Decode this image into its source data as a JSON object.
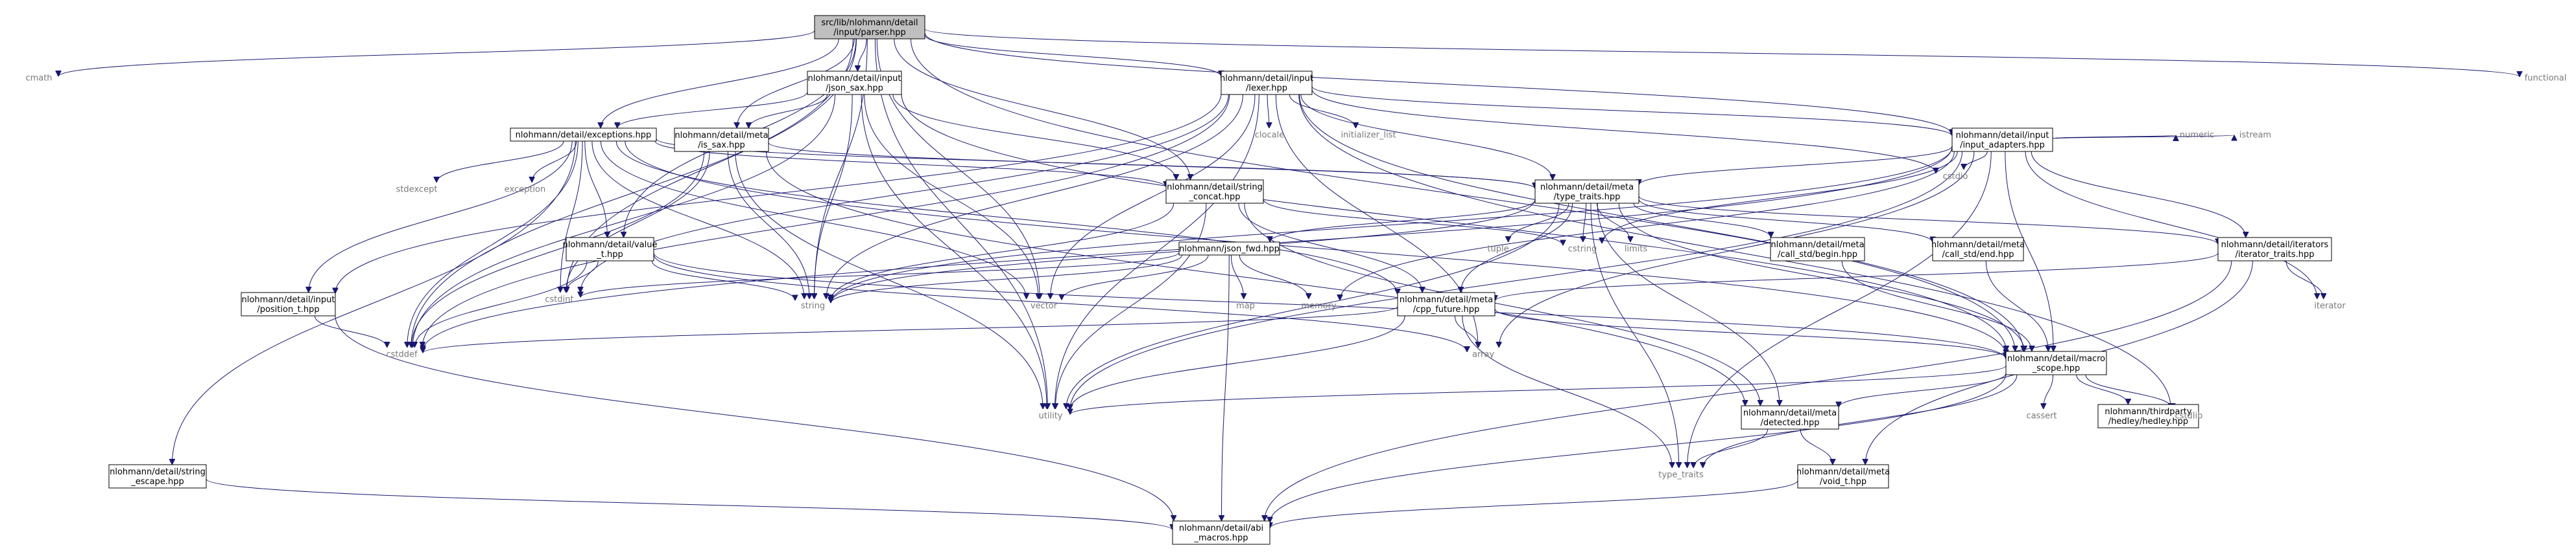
{
  "graph": {
    "nodes": [
      {
        "id": "parser",
        "lines": [
          "src/lib/nlohmann/detail",
          "/input/parser.hpp"
        ],
        "kind": "root"
      },
      {
        "id": "cmath",
        "lines": [
          "cmath"
        ],
        "kind": "ext"
      },
      {
        "id": "functional",
        "lines": [
          "functional"
        ],
        "kind": "ext"
      },
      {
        "id": "json_sax",
        "lines": [
          "nlohmann/detail/input",
          "/json_sax.hpp"
        ],
        "kind": "file"
      },
      {
        "id": "lexer",
        "lines": [
          "nlohmann/detail/input",
          "/lexer.hpp"
        ],
        "kind": "file"
      },
      {
        "id": "exceptions",
        "lines": [
          "nlohmann/detail/exceptions.hpp"
        ],
        "kind": "file"
      },
      {
        "id": "is_sax",
        "lines": [
          "nlohmann/detail/meta",
          "/is_sax.hpp"
        ],
        "kind": "file"
      },
      {
        "id": "input_adapters",
        "lines": [
          "nlohmann/detail/input",
          "/input_adapters.hpp"
        ],
        "kind": "file"
      },
      {
        "id": "clocale",
        "lines": [
          "clocale"
        ],
        "kind": "ext"
      },
      {
        "id": "initializer_list",
        "lines": [
          "initializer_list"
        ],
        "kind": "ext"
      },
      {
        "id": "cstdio",
        "lines": [
          "cstdio"
        ],
        "kind": "ext"
      },
      {
        "id": "numeric",
        "lines": [
          "numeric"
        ],
        "kind": "ext"
      },
      {
        "id": "istream",
        "lines": [
          "istream"
        ],
        "kind": "ext"
      },
      {
        "id": "stdexcept",
        "lines": [
          "stdexcept"
        ],
        "kind": "ext"
      },
      {
        "id": "exception",
        "lines": [
          "exception"
        ],
        "kind": "ext"
      },
      {
        "id": "string_concat",
        "lines": [
          "nlohmann/detail/string",
          "_concat.hpp"
        ],
        "kind": "file"
      },
      {
        "id": "type_traits_hpp",
        "lines": [
          "nlohmann/detail/meta",
          "/type_traits.hpp"
        ],
        "kind": "file"
      },
      {
        "id": "iterator_traits",
        "lines": [
          "nlohmann/detail/iterators",
          "/iterator_traits.hpp"
        ],
        "kind": "file"
      },
      {
        "id": "value_t",
        "lines": [
          "nlohmann/detail/value",
          "_t.hpp"
        ],
        "kind": "file"
      },
      {
        "id": "json_fwd",
        "lines": [
          "nlohmann/json_fwd.hpp"
        ],
        "kind": "file"
      },
      {
        "id": "tuple",
        "lines": [
          "tuple"
        ],
        "kind": "ext"
      },
      {
        "id": "cstring",
        "lines": [
          "cstring"
        ],
        "kind": "ext"
      },
      {
        "id": "limits",
        "lines": [
          "limits"
        ],
        "kind": "ext"
      },
      {
        "id": "call_std_begin",
        "lines": [
          "nlohmann/detail/meta",
          "/call_std/begin.hpp"
        ],
        "kind": "file"
      },
      {
        "id": "call_std_end",
        "lines": [
          "nlohmann/detail/meta",
          "/call_std/end.hpp"
        ],
        "kind": "file"
      },
      {
        "id": "iterator",
        "lines": [
          "iterator"
        ],
        "kind": "ext"
      },
      {
        "id": "position_t",
        "lines": [
          "nlohmann/detail/input",
          "/position_t.hpp"
        ],
        "kind": "file"
      },
      {
        "id": "cstdint",
        "lines": [
          "cstdint"
        ],
        "kind": "ext"
      },
      {
        "id": "string",
        "lines": [
          "string"
        ],
        "kind": "ext"
      },
      {
        "id": "vector",
        "lines": [
          "vector"
        ],
        "kind": "ext"
      },
      {
        "id": "map",
        "lines": [
          "map"
        ],
        "kind": "ext"
      },
      {
        "id": "memory",
        "lines": [
          "memory"
        ],
        "kind": "ext"
      },
      {
        "id": "cpp_future",
        "lines": [
          "nlohmann/detail/meta",
          "/cpp_future.hpp"
        ],
        "kind": "file"
      },
      {
        "id": "cstddef",
        "lines": [
          "cstddef"
        ],
        "kind": "ext"
      },
      {
        "id": "array",
        "lines": [
          "array"
        ],
        "kind": "ext"
      },
      {
        "id": "macro_scope",
        "lines": [
          "nlohmann/detail/macro",
          "_scope.hpp"
        ],
        "kind": "file"
      },
      {
        "id": "utility",
        "lines": [
          "utility"
        ],
        "kind": "ext"
      },
      {
        "id": "cassert",
        "lines": [
          "cassert"
        ],
        "kind": "ext"
      },
      {
        "id": "hedley",
        "lines": [
          "nlohmann/thirdparty",
          "/hedley/hedley.hpp"
        ],
        "kind": "file"
      },
      {
        "id": "cstdlib",
        "lines": [
          "cstdlib"
        ],
        "kind": "ext"
      },
      {
        "id": "detected",
        "lines": [
          "nlohmann/detail/meta",
          "/detected.hpp"
        ],
        "kind": "file"
      },
      {
        "id": "type_traits",
        "lines": [
          "type_traits"
        ],
        "kind": "ext"
      },
      {
        "id": "void_t",
        "lines": [
          "nlohmann/detail/meta",
          "/void_t.hpp"
        ],
        "kind": "file"
      },
      {
        "id": "string_escape",
        "lines": [
          "nlohmann/detail/string",
          "_escape.hpp"
        ],
        "kind": "file"
      },
      {
        "id": "abi_macros",
        "lines": [
          "nlohmann/detail/abi",
          "_macros.hpp"
        ],
        "kind": "file"
      }
    ],
    "edges": [
      [
        "parser",
        "cmath"
      ],
      [
        "parser",
        "functional"
      ],
      [
        "parser",
        "json_sax"
      ],
      [
        "parser",
        "lexer"
      ],
      [
        "parser",
        "exceptions"
      ],
      [
        "parser",
        "is_sax"
      ],
      [
        "parser",
        "input_adapters"
      ],
      [
        "parser",
        "string_concat"
      ],
      [
        "parser",
        "value_t"
      ],
      [
        "parser",
        "string"
      ],
      [
        "parser",
        "vector"
      ],
      [
        "parser",
        "cstddef"
      ],
      [
        "parser",
        "utility"
      ],
      [
        "parser",
        "cstdint"
      ],
      [
        "parser",
        "macro_scope"
      ],
      [
        "json_sax",
        "exceptions"
      ],
      [
        "json_sax",
        "is_sax"
      ],
      [
        "json_sax",
        "string"
      ],
      [
        "json_sax",
        "vector"
      ],
      [
        "json_sax",
        "string_concat"
      ],
      [
        "json_sax",
        "cstddef"
      ],
      [
        "json_sax",
        "macro_scope"
      ],
      [
        "json_sax",
        "utility"
      ],
      [
        "lexer",
        "input_adapters"
      ],
      [
        "lexer",
        "position_t"
      ],
      [
        "lexer",
        "macro_scope"
      ],
      [
        "lexer",
        "clocale"
      ],
      [
        "lexer",
        "initializer_list"
      ],
      [
        "lexer",
        "cstdio"
      ],
      [
        "lexer",
        "type_traits_hpp"
      ],
      [
        "lexer",
        "string"
      ],
      [
        "lexer",
        "vector"
      ],
      [
        "lexer",
        "utility"
      ],
      [
        "lexer",
        "array"
      ],
      [
        "lexer",
        "cstdlib"
      ],
      [
        "lexer",
        "cstddef"
      ],
      [
        "lexer",
        "cstdint"
      ],
      [
        "exceptions",
        "stdexcept"
      ],
      [
        "exceptions",
        "exception"
      ],
      [
        "exceptions",
        "string_concat"
      ],
      [
        "exceptions",
        "value_t"
      ],
      [
        "exceptions",
        "type_traits_hpp"
      ],
      [
        "exceptions",
        "cpp_future"
      ],
      [
        "exceptions",
        "macro_scope"
      ],
      [
        "exceptions",
        "position_t"
      ],
      [
        "exceptions",
        "string_escape"
      ],
      [
        "exceptions",
        "string"
      ],
      [
        "exceptions",
        "vector"
      ],
      [
        "exceptions",
        "cstddef"
      ],
      [
        "exceptions",
        "cstdint"
      ],
      [
        "is_sax",
        "type_traits_hpp"
      ],
      [
        "is_sax",
        "detected"
      ],
      [
        "is_sax",
        "string"
      ],
      [
        "is_sax",
        "cstdint"
      ],
      [
        "is_sax",
        "utility"
      ],
      [
        "is_sax",
        "cstddef"
      ],
      [
        "input_adapters",
        "cstdio"
      ],
      [
        "input_adapters",
        "numeric"
      ],
      [
        "input_adapters",
        "istream"
      ],
      [
        "input_adapters",
        "iterator_traits"
      ],
      [
        "input_adapters",
        "iterator"
      ],
      [
        "input_adapters",
        "type_traits_hpp"
      ],
      [
        "input_adapters",
        "macro_scope"
      ],
      [
        "input_adapters",
        "array"
      ],
      [
        "input_adapters",
        "memory"
      ],
      [
        "input_adapters",
        "cstring"
      ],
      [
        "input_adapters",
        "string"
      ],
      [
        "input_adapters",
        "utility"
      ],
      [
        "input_adapters",
        "type_traits"
      ],
      [
        "input_adapters",
        "cstddef"
      ],
      [
        "string_concat",
        "cstring"
      ],
      [
        "string_concat",
        "string"
      ],
      [
        "string_concat",
        "utility"
      ],
      [
        "string_concat",
        "cpp_future"
      ],
      [
        "string_concat",
        "detected"
      ],
      [
        "type_traits_hpp",
        "json_fwd"
      ],
      [
        "type_traits_hpp",
        "tuple"
      ],
      [
        "type_traits_hpp",
        "cstring"
      ],
      [
        "type_traits_hpp",
        "limits"
      ],
      [
        "type_traits_hpp",
        "call_std_begin"
      ],
      [
        "type_traits_hpp",
        "call_std_end"
      ],
      [
        "type_traits_hpp",
        "iterator_traits"
      ],
      [
        "type_traits_hpp",
        "cpp_future"
      ],
      [
        "type_traits_hpp",
        "detected"
      ],
      [
        "type_traits_hpp",
        "macro_scope"
      ],
      [
        "type_traits_hpp",
        "type_traits"
      ],
      [
        "type_traits_hpp",
        "utility"
      ],
      [
        "type_traits_hpp",
        "string"
      ],
      [
        "iterator_traits",
        "iterator"
      ],
      [
        "iterator_traits",
        "cpp_future"
      ],
      [
        "iterator_traits",
        "void_t"
      ],
      [
        "iterator_traits",
        "abi_macros"
      ],
      [
        "value_t",
        "array"
      ],
      [
        "value_t",
        "cstdint"
      ],
      [
        "value_t",
        "string"
      ],
      [
        "value_t",
        "cstddef"
      ],
      [
        "value_t",
        "macro_scope"
      ],
      [
        "json_fwd",
        "cstdint"
      ],
      [
        "json_fwd",
        "map"
      ],
      [
        "json_fwd",
        "memory"
      ],
      [
        "json_fwd",
        "string"
      ],
      [
        "json_fwd",
        "vector"
      ],
      [
        "json_fwd",
        "abi_macros"
      ],
      [
        "call_std_begin",
        "macro_scope"
      ],
      [
        "call_std_end",
        "macro_scope"
      ],
      [
        "position_t",
        "cstddef"
      ],
      [
        "position_t",
        "abi_macros"
      ],
      [
        "cpp_future",
        "array"
      ],
      [
        "cpp_future",
        "cstddef"
      ],
      [
        "cpp_future",
        "type_traits"
      ],
      [
        "cpp_future",
        "utility"
      ],
      [
        "cpp_future",
        "macro_scope"
      ],
      [
        "macro_scope",
        "utility"
      ],
      [
        "macro_scope",
        "detected"
      ],
      [
        "macro_scope",
        "cassert"
      ],
      [
        "macro_scope",
        "hedley"
      ],
      [
        "macro_scope",
        "cstdlib"
      ],
      [
        "macro_scope",
        "abi_macros"
      ],
      [
        "macro_scope",
        "type_traits"
      ],
      [
        "detected",
        "type_traits"
      ],
      [
        "detected",
        "void_t"
      ],
      [
        "void_t",
        "abi_macros"
      ],
      [
        "string_escape",
        "abi_macros"
      ]
    ]
  }
}
